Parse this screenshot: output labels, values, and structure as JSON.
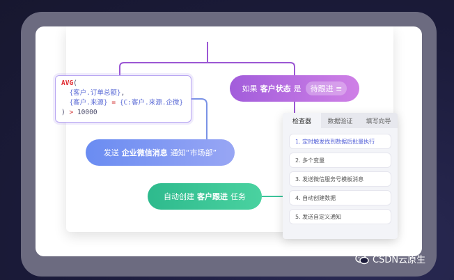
{
  "formula": {
    "fn": "AVG",
    "open": "(",
    "arg1": "{客户.订单总额}",
    "comma": ",",
    "arg2": "{客户.来源}",
    "eq": "=",
    "arg2_value": "{C:客户.来源.企微}",
    "close": ")",
    "gt": ">",
    "threshold": "10000"
  },
  "condition": {
    "prefix": "如果",
    "field": "客户状态",
    "verb": "是",
    "value": "待跟进",
    "menu_glyph": "≡"
  },
  "send_action": {
    "prefix": "发送",
    "channel": "企业微信消息",
    "verb": "通知",
    "target": "“市场部”"
  },
  "task_action": {
    "prefix": "自动创建",
    "entity": "客户跟进",
    "suffix": "任务"
  },
  "panel": {
    "tabs": [
      {
        "label": "检查器",
        "active": true
      },
      {
        "label": "数据验证",
        "active": false
      },
      {
        "label": "填写向导",
        "active": false
      }
    ],
    "items": [
      {
        "label": "1. 定时触发找到数据后批量执行"
      },
      {
        "label": "2. 多个变量"
      },
      {
        "label": "3. 发送微信服务号模板消息"
      },
      {
        "label": "4. 自动创建数据"
      },
      {
        "label": "5. 发送自定义通知"
      }
    ]
  },
  "watermark": {
    "text": "CSDN云原生"
  },
  "colors": {
    "formula_fn": "#e0282e",
    "condition_pill": "#a25ddb",
    "send_pill": "#6a8cf2",
    "task_pill": "#2eba8d",
    "line_purple": "#9b57d4",
    "line_blue": "#7a92e6",
    "line_green": "#3cc49b"
  }
}
